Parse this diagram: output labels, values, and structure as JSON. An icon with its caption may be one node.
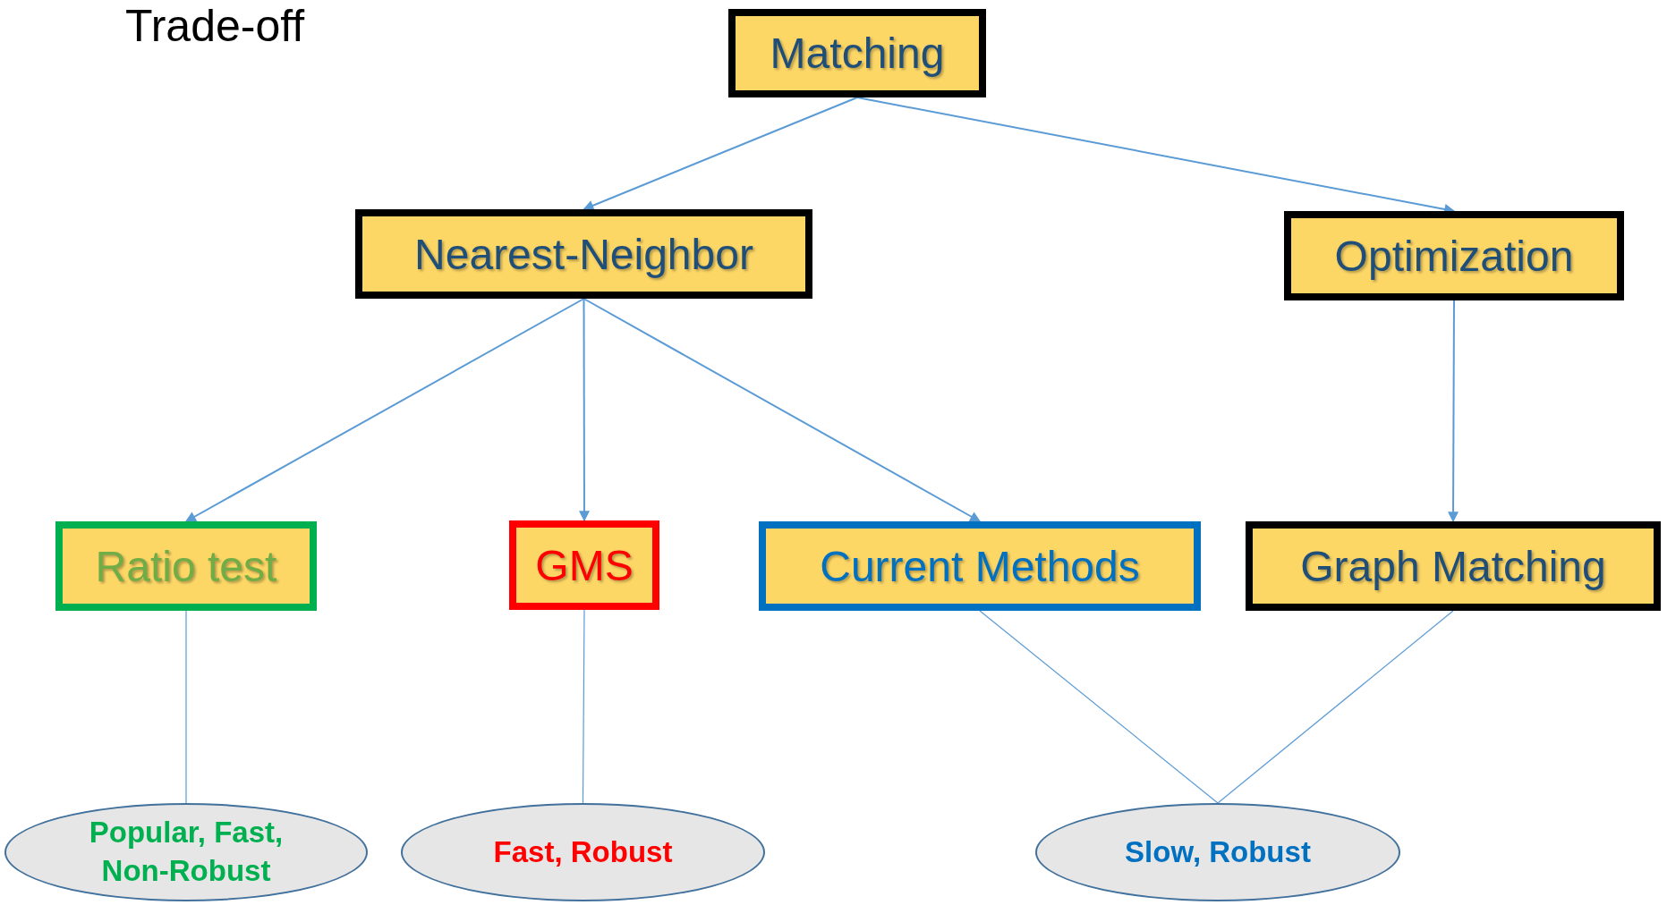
{
  "diagram": {
    "nodes": [
      {
        "text": [
          "Matching"
        ]
      },
      {
        "text": [
          "Nearest-Neighbor"
        ]
      },
      {
        "text": [
          "Optimization"
        ]
      },
      {
        "text": [
          "Ratio test"
        ]
      },
      {
        "text": [
          "GMS"
        ]
      },
      {
        "text": [
          "Current Methods"
        ]
      },
      {
        "text": [
          "Graph Matching"
        ]
      },
      {
        "text": [
          "Popular, Fast, Non-Robust"
        ]
      },
      {
        "text": [
          "Fast, Robust"
        ]
      },
      {
        "text": [
          "Slow, Robust"
        ]
      }
    ],
    "edges": [
      {
        "from": 0,
        "to": 1,
        "arrow": "to"
      },
      {
        "from": 0,
        "to": 2,
        "arrow": "to"
      },
      {
        "from": 1,
        "to": 3,
        "arrow": "to"
      },
      {
        "from": 1,
        "to": 4,
        "arrow": "to"
      },
      {
        "from": 1,
        "to": 5,
        "arrow": "to"
      },
      {
        "from": 2,
        "to": 6,
        "arrow": "to"
      },
      {
        "from": 3,
        "to": 7,
        "arrow": "none"
      },
      {
        "from": 4,
        "to": 8,
        "arrow": "none"
      },
      {
        "from": 5,
        "to": 9,
        "arrow": "none"
      },
      {
        "from": 6,
        "to": 9,
        "arrow": "none"
      }
    ],
    "labels": [
      "Trade-off"
    ]
  }
}
